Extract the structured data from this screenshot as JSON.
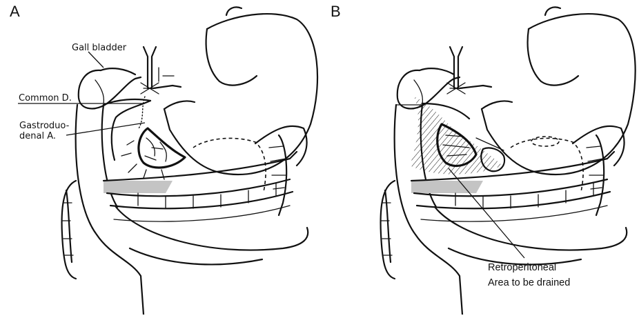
{
  "figure": {
    "panel_a": {
      "letter": "A",
      "labels": {
        "gall_bladder": "Gall bladder",
        "common_duct": "Common D.",
        "gastroduodenal_line1": "Gastroduo-",
        "gastroduodenal_line2": "denal A."
      }
    },
    "panel_b": {
      "letter": "B",
      "labels": {
        "retroperitoneal_line1": "Retroperitoneal",
        "retroperitoneal_line2": "Area to be drained"
      }
    }
  },
  "colors": {
    "ink": "#111111",
    "background": "#ffffff",
    "shading": "#c4c4c4"
  }
}
